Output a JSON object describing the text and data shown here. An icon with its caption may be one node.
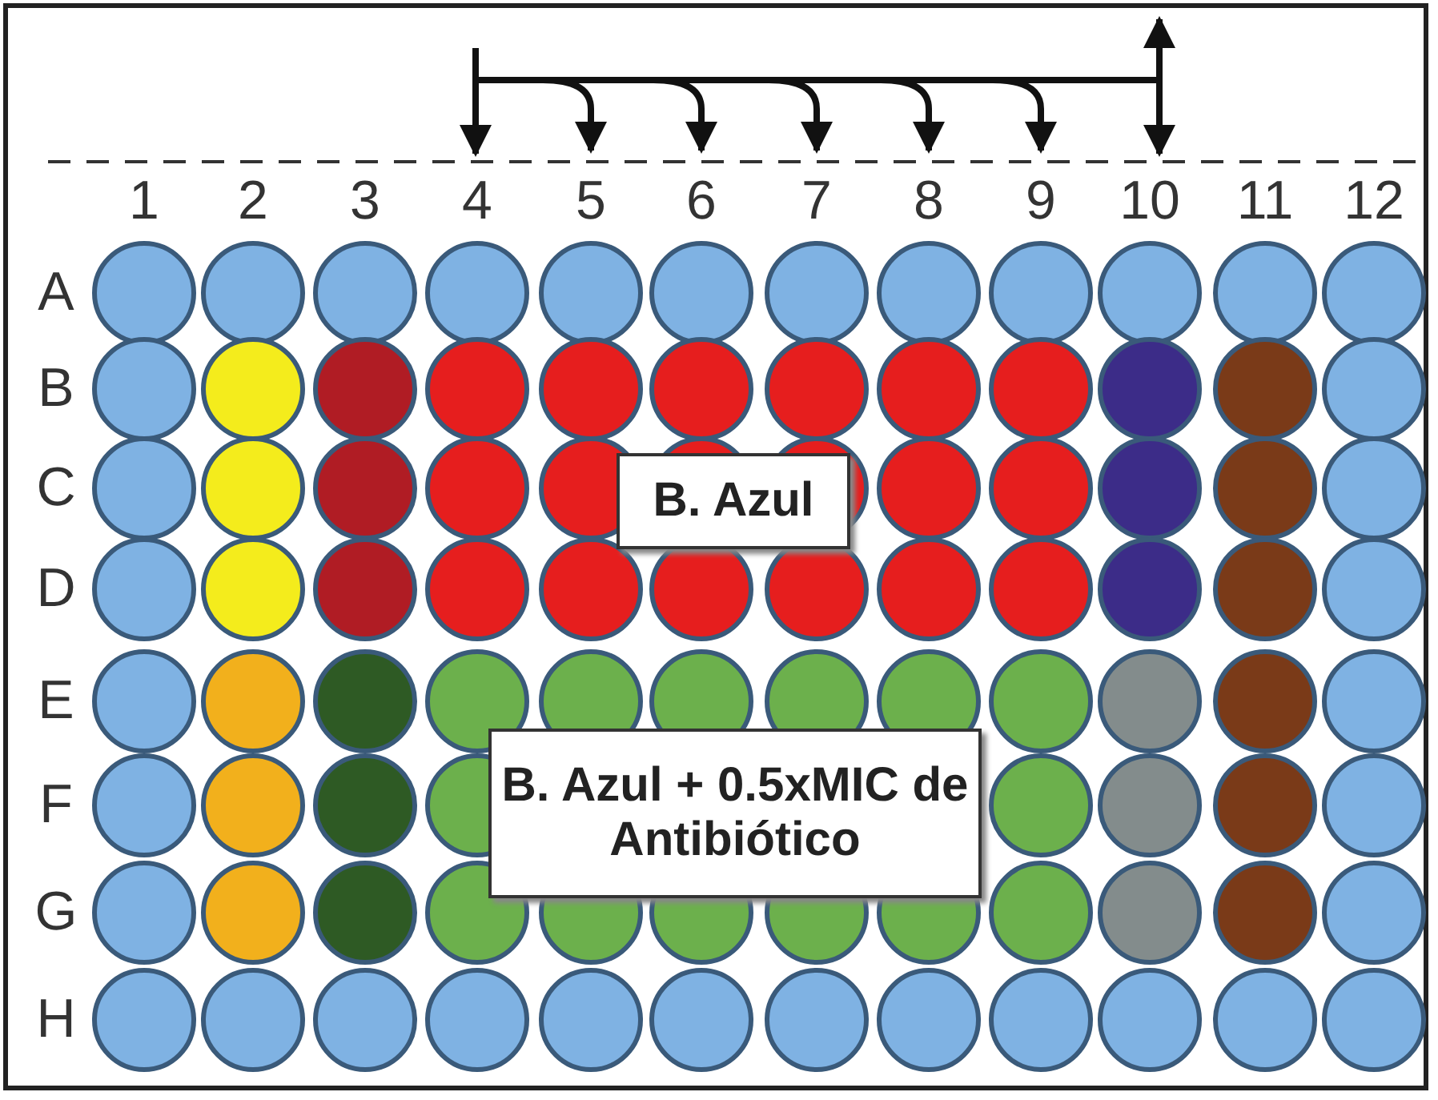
{
  "diagram": {
    "nodes": [
      {
        "text": [
          "B. Azul"
        ]
      },
      {
        "text": [
          "B. Azul + 0.5xMIC de Antibiótico"
        ]
      }
    ],
    "labels": [
      "1",
      "2",
      "3",
      "4",
      "5",
      "6",
      "7",
      "8",
      "9",
      "10",
      "11",
      "12",
      "A",
      "B",
      "C",
      "D",
      "E",
      "F",
      "G",
      "H"
    ]
  }
}
